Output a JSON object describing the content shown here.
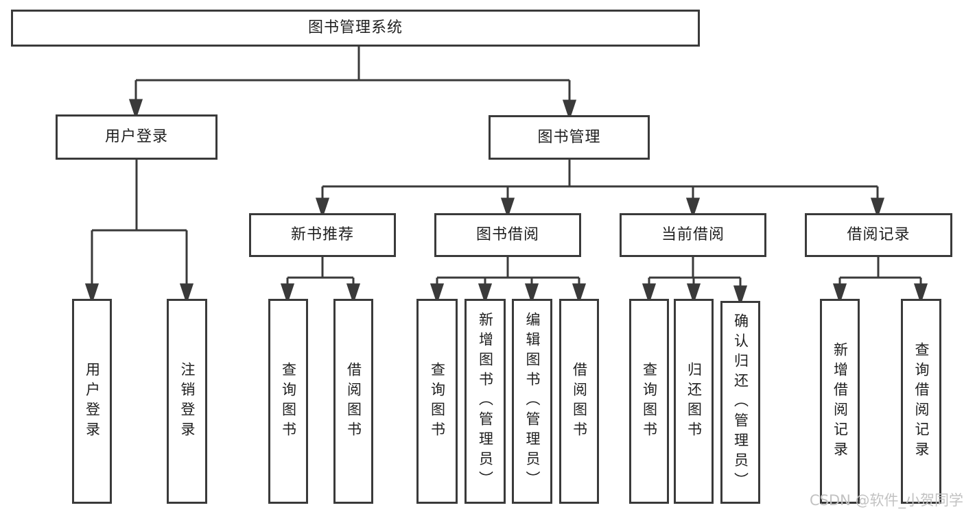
{
  "diagram": {
    "root": "图书管理系统",
    "level2": {
      "user_login": "用户登录",
      "book_mgmt": "图书管理"
    },
    "level3": {
      "new_book": "新书推荐",
      "book_borrow": "图书借阅",
      "current_borrow": "当前借阅",
      "borrow_record": "借阅记录"
    },
    "leaves": {
      "user_login": [
        "用户登录",
        "注销登录"
      ],
      "new_book": [
        "查询图书",
        "借阅图书"
      ],
      "book_borrow": [
        "查询图书",
        "新增图书（管理员）",
        "编辑图书（管理员）",
        "借阅图书"
      ],
      "current_borrow": [
        "查询图书",
        "归还图书",
        "确认归还（管理员）"
      ],
      "borrow_record": [
        "新增借阅记录",
        "查询借阅记录"
      ]
    }
  },
  "watermark": "CSDN @软件_小贺同学",
  "colors": {
    "line": "#3a3a3a",
    "text": "#1f1f1f",
    "watermark": "#c2c2c2",
    "background": "#ffffff"
  }
}
